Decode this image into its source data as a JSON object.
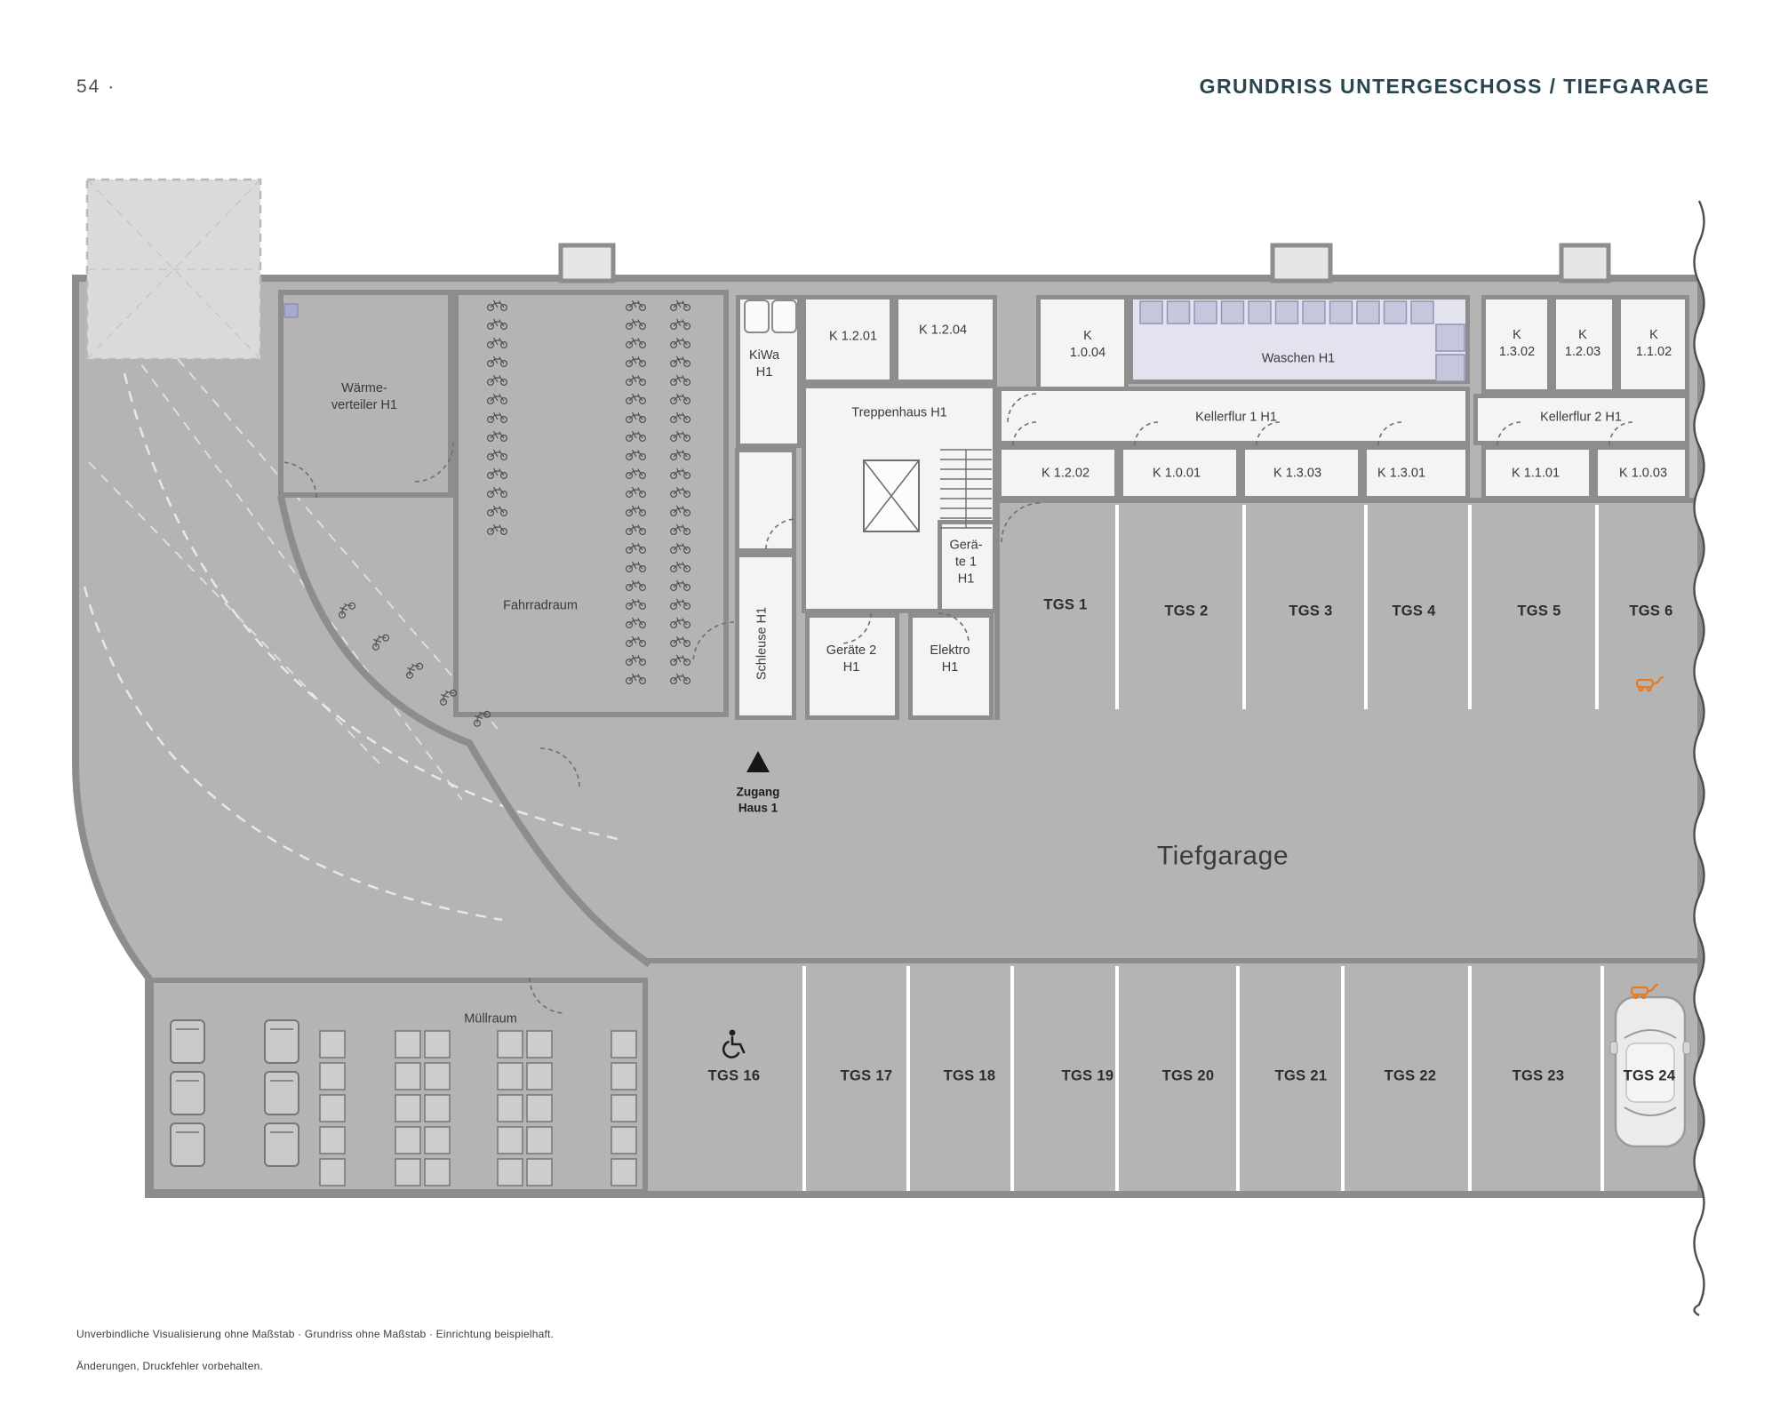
{
  "page": {
    "number": "54 ·",
    "title": "GRUNDRISS UNTERGESCHOSS / TIEFGARAGE",
    "footnote1": "Unverbindliche Visualisierung ohne Maßstab · Grundriss ohne Maßstab · Einrichtung beispielhaft.",
    "footnote2": "Änderungen, Druckfehler vorbehalten."
  },
  "rooms": {
    "waermeverteiler": "Wärme-\nverteiler H1",
    "fahrradraum": "Fahrradraum",
    "kiwa": "KiWa\nH1",
    "k1201": "K 1.2.01",
    "k1204": "K 1.2.04",
    "treppenhaus": "Treppenhaus H1",
    "k1004": "K\n1.0.04",
    "waschen": "Waschen H1",
    "kellerflur1": "Kellerflur 1 H1",
    "k1302": "K\n1.3.02",
    "k1203": "K\n1.2.03",
    "k1102": "K\n1.1.02",
    "kellerflur2": "Kellerflur 2 H1",
    "k1202": "K 1.2.02",
    "k1001": "K 1.0.01",
    "k1303": "K 1.3.03",
    "k1301": "K 1.3.01",
    "k1101": "K 1.1.01",
    "k1003": "K 1.0.03",
    "geraete1": "Gerä-\nte 1\nH1",
    "schleuse": "Schleuse H1",
    "geraete2": "Geräte 2\nH1",
    "elektro": "Elektro\nH1",
    "muellraum": "Müllraum"
  },
  "garage": {
    "label": "Tiefgarage",
    "access": "Zugang\nHaus 1"
  },
  "parking": {
    "top": [
      "TGS 1",
      "TGS 2",
      "TGS 3",
      "TGS 4",
      "TGS 5",
      "TGS 6"
    ],
    "bottom": [
      "TGS 16",
      "TGS 17",
      "TGS 18",
      "TGS 19",
      "TGS 20",
      "TGS 21",
      "TGS 22",
      "TGS 23",
      "TGS 24"
    ]
  },
  "icons": {
    "wheelchair": "wheelchair-accessible-spot",
    "ev_charging": "ev-charging-spot",
    "access_triangle": "entrance-marker"
  },
  "colors": {
    "title": "#29454f",
    "garage": "#b4b4b4",
    "room": "#f4f4f4",
    "laundry": "#e3e3ef",
    "wall": "#8d8d8d",
    "accent": "#e87b1e"
  }
}
